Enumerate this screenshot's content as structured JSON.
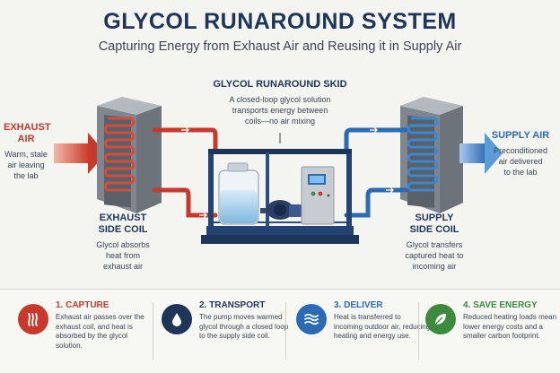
{
  "title": "GLYCOL RUNAROUND SYSTEM",
  "subtitle": "Capturing Energy from Exhaust Air and Reusing it in Supply Air",
  "exhaust_air": {
    "label": "EXHAUST\nAIR",
    "desc": "Warm, stale\nair leaving\nthe lab"
  },
  "exhaust_coil": {
    "label": "EXHAUST\nSIDE COIL",
    "desc": "Glycol absorbs\nheat from\nexhaust air"
  },
  "skid": {
    "label": "GLYCOL RUNAROUND SKID",
    "desc": "A closed-loop glycol solution\ntransports energy between\ncoils—no air mixing"
  },
  "supply_coil": {
    "label": "SUPPLY\nSIDE COIL",
    "desc": "Glycol transfers\ncaptured heat to\nincoming air"
  },
  "supply_air": {
    "label": "SUPPLY AIR",
    "desc": "Preconditioned\nair delivered\nto the lab"
  },
  "colors": {
    "warm": "#c8392b",
    "cool": "#2a6bb4",
    "navy": "#1d3557",
    "green": "#3d8a3f"
  },
  "steps": [
    {
      "title": "1. CAPTURE",
      "body": "Exhaust air passes over the exhaust coil, and heat is absorbed by the glycol solution.",
      "icon": "heat-waves-icon",
      "color": "#c8392b"
    },
    {
      "title": "2. TRANSPORT",
      "body": "The pump moves warmed glycol through a closed loop to the supply side coil.",
      "icon": "droplet-icon",
      "color": "#1d3557"
    },
    {
      "title": "3. DELIVER",
      "body": "Heat is transferred to incoming outdoor air, reducing heating and energy use.",
      "icon": "air-waves-icon",
      "color": "#2a6bb4"
    },
    {
      "title": "4. SAVE ENERGY",
      "body": "Reduced heating loads mean lower energy costs and a smaller carbon footprint.",
      "icon": "leaf-icon",
      "color": "#3d8a3f"
    }
  ]
}
